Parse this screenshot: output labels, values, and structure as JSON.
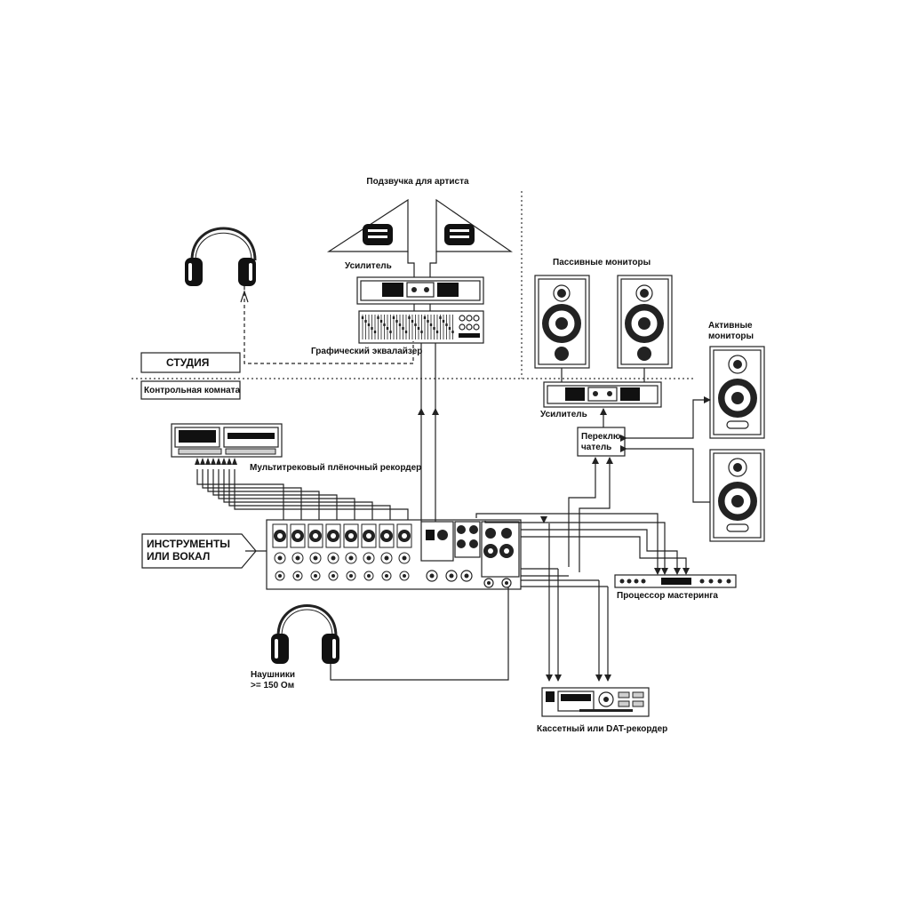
{
  "labels": {
    "artist_monitor": "Подзвучка для артиста",
    "amp_top": "Усилитель",
    "graphic_eq": "Графический эквалайзер",
    "studio": "СТУДИЯ",
    "control_room": "Контрольная комната",
    "passive_monitors": "Пассивные мониторы",
    "active_monitors_1": "Активные",
    "active_monitors_2": "мониторы",
    "amp_right": "Усилитель",
    "switcher_1": "Переклю-",
    "switcher_2": "чатель",
    "multitrack": "Мультитрековый плёночный рекордер",
    "instruments_1": "ИНСТРУМЕНТЫ",
    "instruments_2": "ИЛИ ВОКАЛ",
    "mastering": "Процессор мастеринга",
    "headphones_1": "Наушники",
    "headphones_2": ">= 150 Ом",
    "cassette": "Кассетный или DAT-рекордер"
  },
  "icons": {
    "headphones": "headphones-icon",
    "wedge": "stage-monitor-wedge-icon",
    "speaker": "speaker-icon",
    "amplifier": "power-amplifier-icon",
    "equalizer": "graphic-equalizer-icon",
    "tape": "tape-recorder-icon",
    "mixer": "mixing-console-icon",
    "processor": "mastering-processor-icon",
    "cassette": "cassette-deck-icon"
  }
}
